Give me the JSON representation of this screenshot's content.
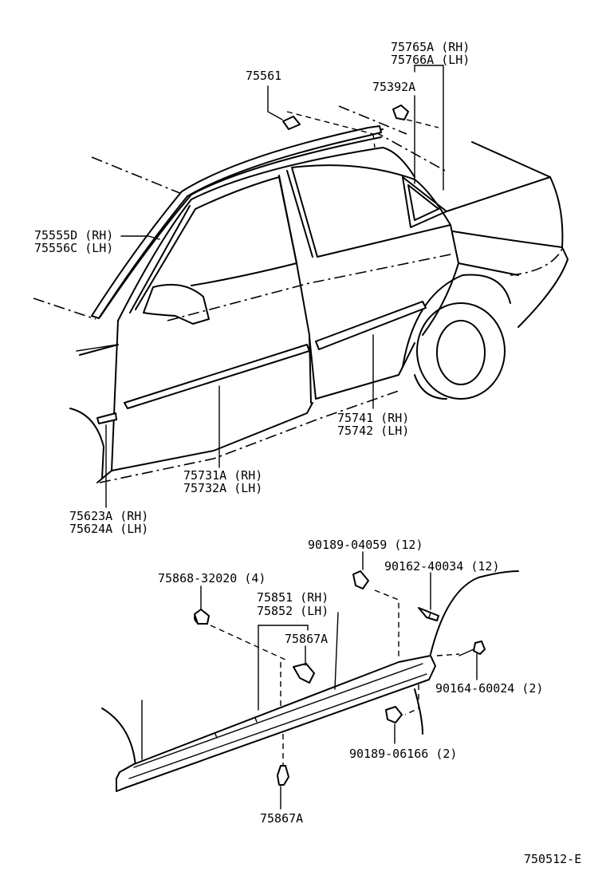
{
  "labels": {
    "p75765_rh": "75765A (RH)",
    "p75766_lh": "75766A (LH)",
    "p75561": "75561",
    "p75392": "75392A",
    "p75555_rh": "75555D (RH)",
    "p75556_lh": "75556C (LH)",
    "p75741_rh": "75741 (RH)",
    "p75742_lh": "75742 (LH)",
    "p75731_rh": "75731A (RH)",
    "p75732_lh": "75732A (LH)",
    "p75623_rh": "75623A (RH)",
    "p75624_lh": "75624A (LH)",
    "p90189_04059": "90189-04059 (12)",
    "p90162_40034": "90162-40034 (12)",
    "p75868_32020": "75868-32020 (4)",
    "p75851_rh": "75851 (RH)",
    "p75852_lh": "75852 (LH)",
    "p75867_top": "75867A",
    "p90164_60024": "90164-60024 (2)",
    "p90189_06166": "90189-06166 (2)",
    "p75867_bottom": "75867A",
    "diagram_id": "750512-E"
  }
}
